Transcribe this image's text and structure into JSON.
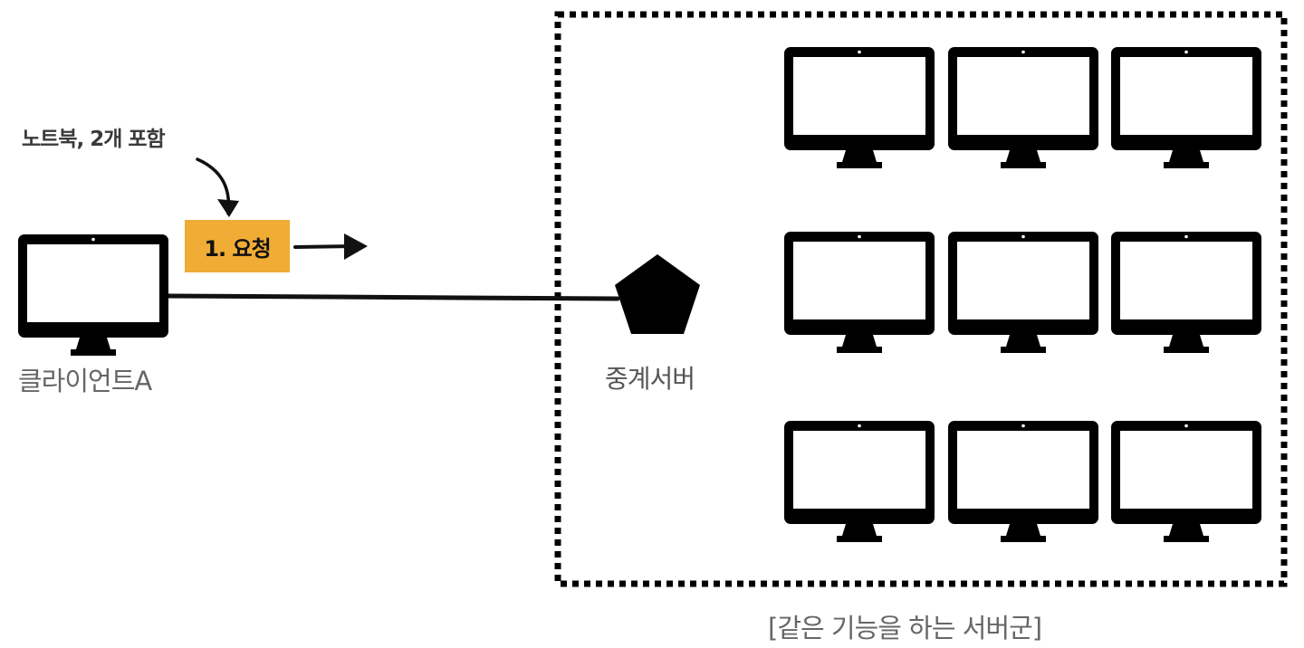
{
  "client": {
    "label": "클라이언트A",
    "icon": "monitor-icon"
  },
  "note": {
    "text": "노트북, 2개 포함"
  },
  "request": {
    "label": "1. 요청",
    "color": "#f0ac35"
  },
  "relay_server": {
    "label": "중계서버",
    "icon": "pentagon-icon"
  },
  "server_group": {
    "caption": "[같은 기능을 하는 서버군]",
    "server_count": 9,
    "rows": 3,
    "columns": 3,
    "border_style": "dotted"
  }
}
